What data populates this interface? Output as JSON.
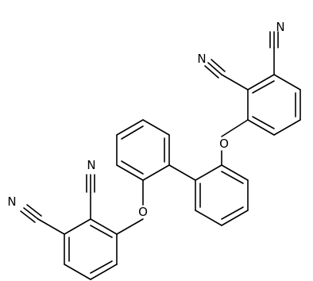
{
  "molecule": {
    "atoms": {
      "o_left": "O",
      "o_right": "O",
      "n_top1": "N",
      "n_top2": "N",
      "n_left1": "N",
      "n_left2": "N"
    }
  }
}
